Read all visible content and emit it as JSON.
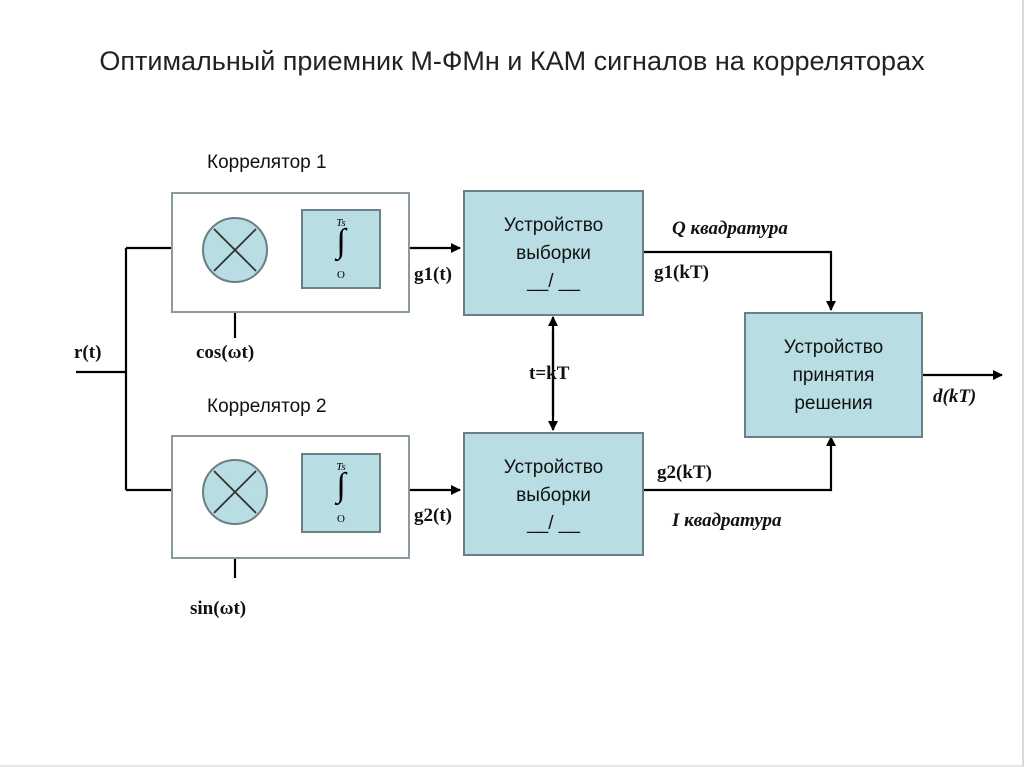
{
  "title": "Оптимальный приемник М-ФМн и КАМ сигналов на корреляторах",
  "correlator1": {
    "label": "Коррелятор 1",
    "reference": "cos(ωt)",
    "output": "g1(t)"
  },
  "correlator2": {
    "label": "Коррелятор 2",
    "reference": "sin(ωt)",
    "output": "g2(t)"
  },
  "integrator": {
    "upper_limit": "Ts",
    "symbol": "∫",
    "lower_limit": "O"
  },
  "input_signal": "r(t)",
  "sampler": {
    "line1": "Устройство",
    "line2": "выборки",
    "line3": "__/  __"
  },
  "sample_clock": "t=kT",
  "sample_output_1": "g1(kT)",
  "sample_output_2": "g2(kT)",
  "q_branch": "Q квадратура",
  "i_branch": "I квадратура",
  "decision": {
    "line1": "Устройство",
    "line2": "принятия",
    "line3": "решения"
  },
  "output_signal": "d(kT)"
}
